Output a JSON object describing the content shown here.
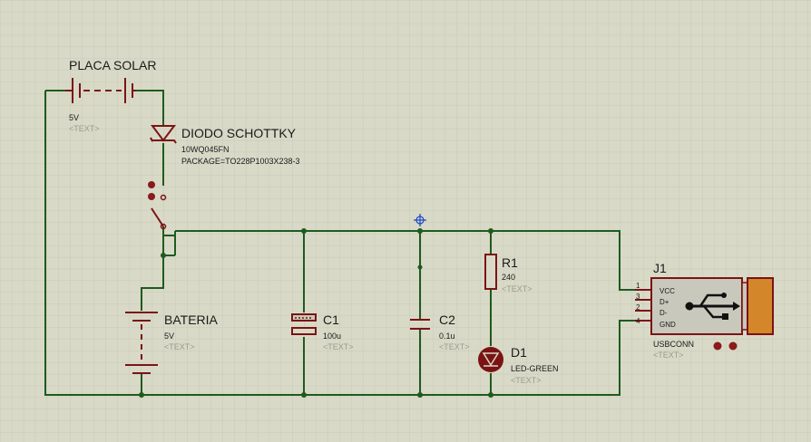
{
  "colors": {
    "background": "#d9d9c8",
    "grid_minor": "#c9c9b8",
    "grid_major": "#bcbcab",
    "wire": "#1e5b1e",
    "component": "#7a1414",
    "connector_body": "#c8c8bc",
    "connector_plug": "#d4872a",
    "hint_text": "#9c9c8c",
    "origin_marker": "#1b46c7"
  },
  "components": {
    "solar_panel": {
      "name": "PLACA SOLAR",
      "value": "5V",
      "text": "<TEXT>"
    },
    "diode": {
      "name": "DIODO SCHOTTKY",
      "part": "10WQ045FN",
      "package": "PACKAGE=TO228P1003X238-3"
    },
    "battery": {
      "name": "BATERIA",
      "value": "5V",
      "text": "<TEXT>"
    },
    "c1": {
      "name": "C1",
      "value": "100u",
      "text": "<TEXT>"
    },
    "c2": {
      "name": "C2",
      "value": "0.1u",
      "text": "<TEXT>"
    },
    "r1": {
      "name": "R1",
      "value": "240",
      "text": "<TEXT>"
    },
    "d1": {
      "name": "D1",
      "value": "LED-GREEN",
      "text": "<TEXT>"
    },
    "j1": {
      "name": "J1",
      "part": "USBCONN",
      "text": "<TEXT>",
      "pins": [
        {
          "num": "1",
          "label": "VCC"
        },
        {
          "num": "3",
          "label": "D+"
        },
        {
          "num": "2",
          "label": "D-"
        },
        {
          "num": "4",
          "label": "GND"
        }
      ]
    }
  }
}
